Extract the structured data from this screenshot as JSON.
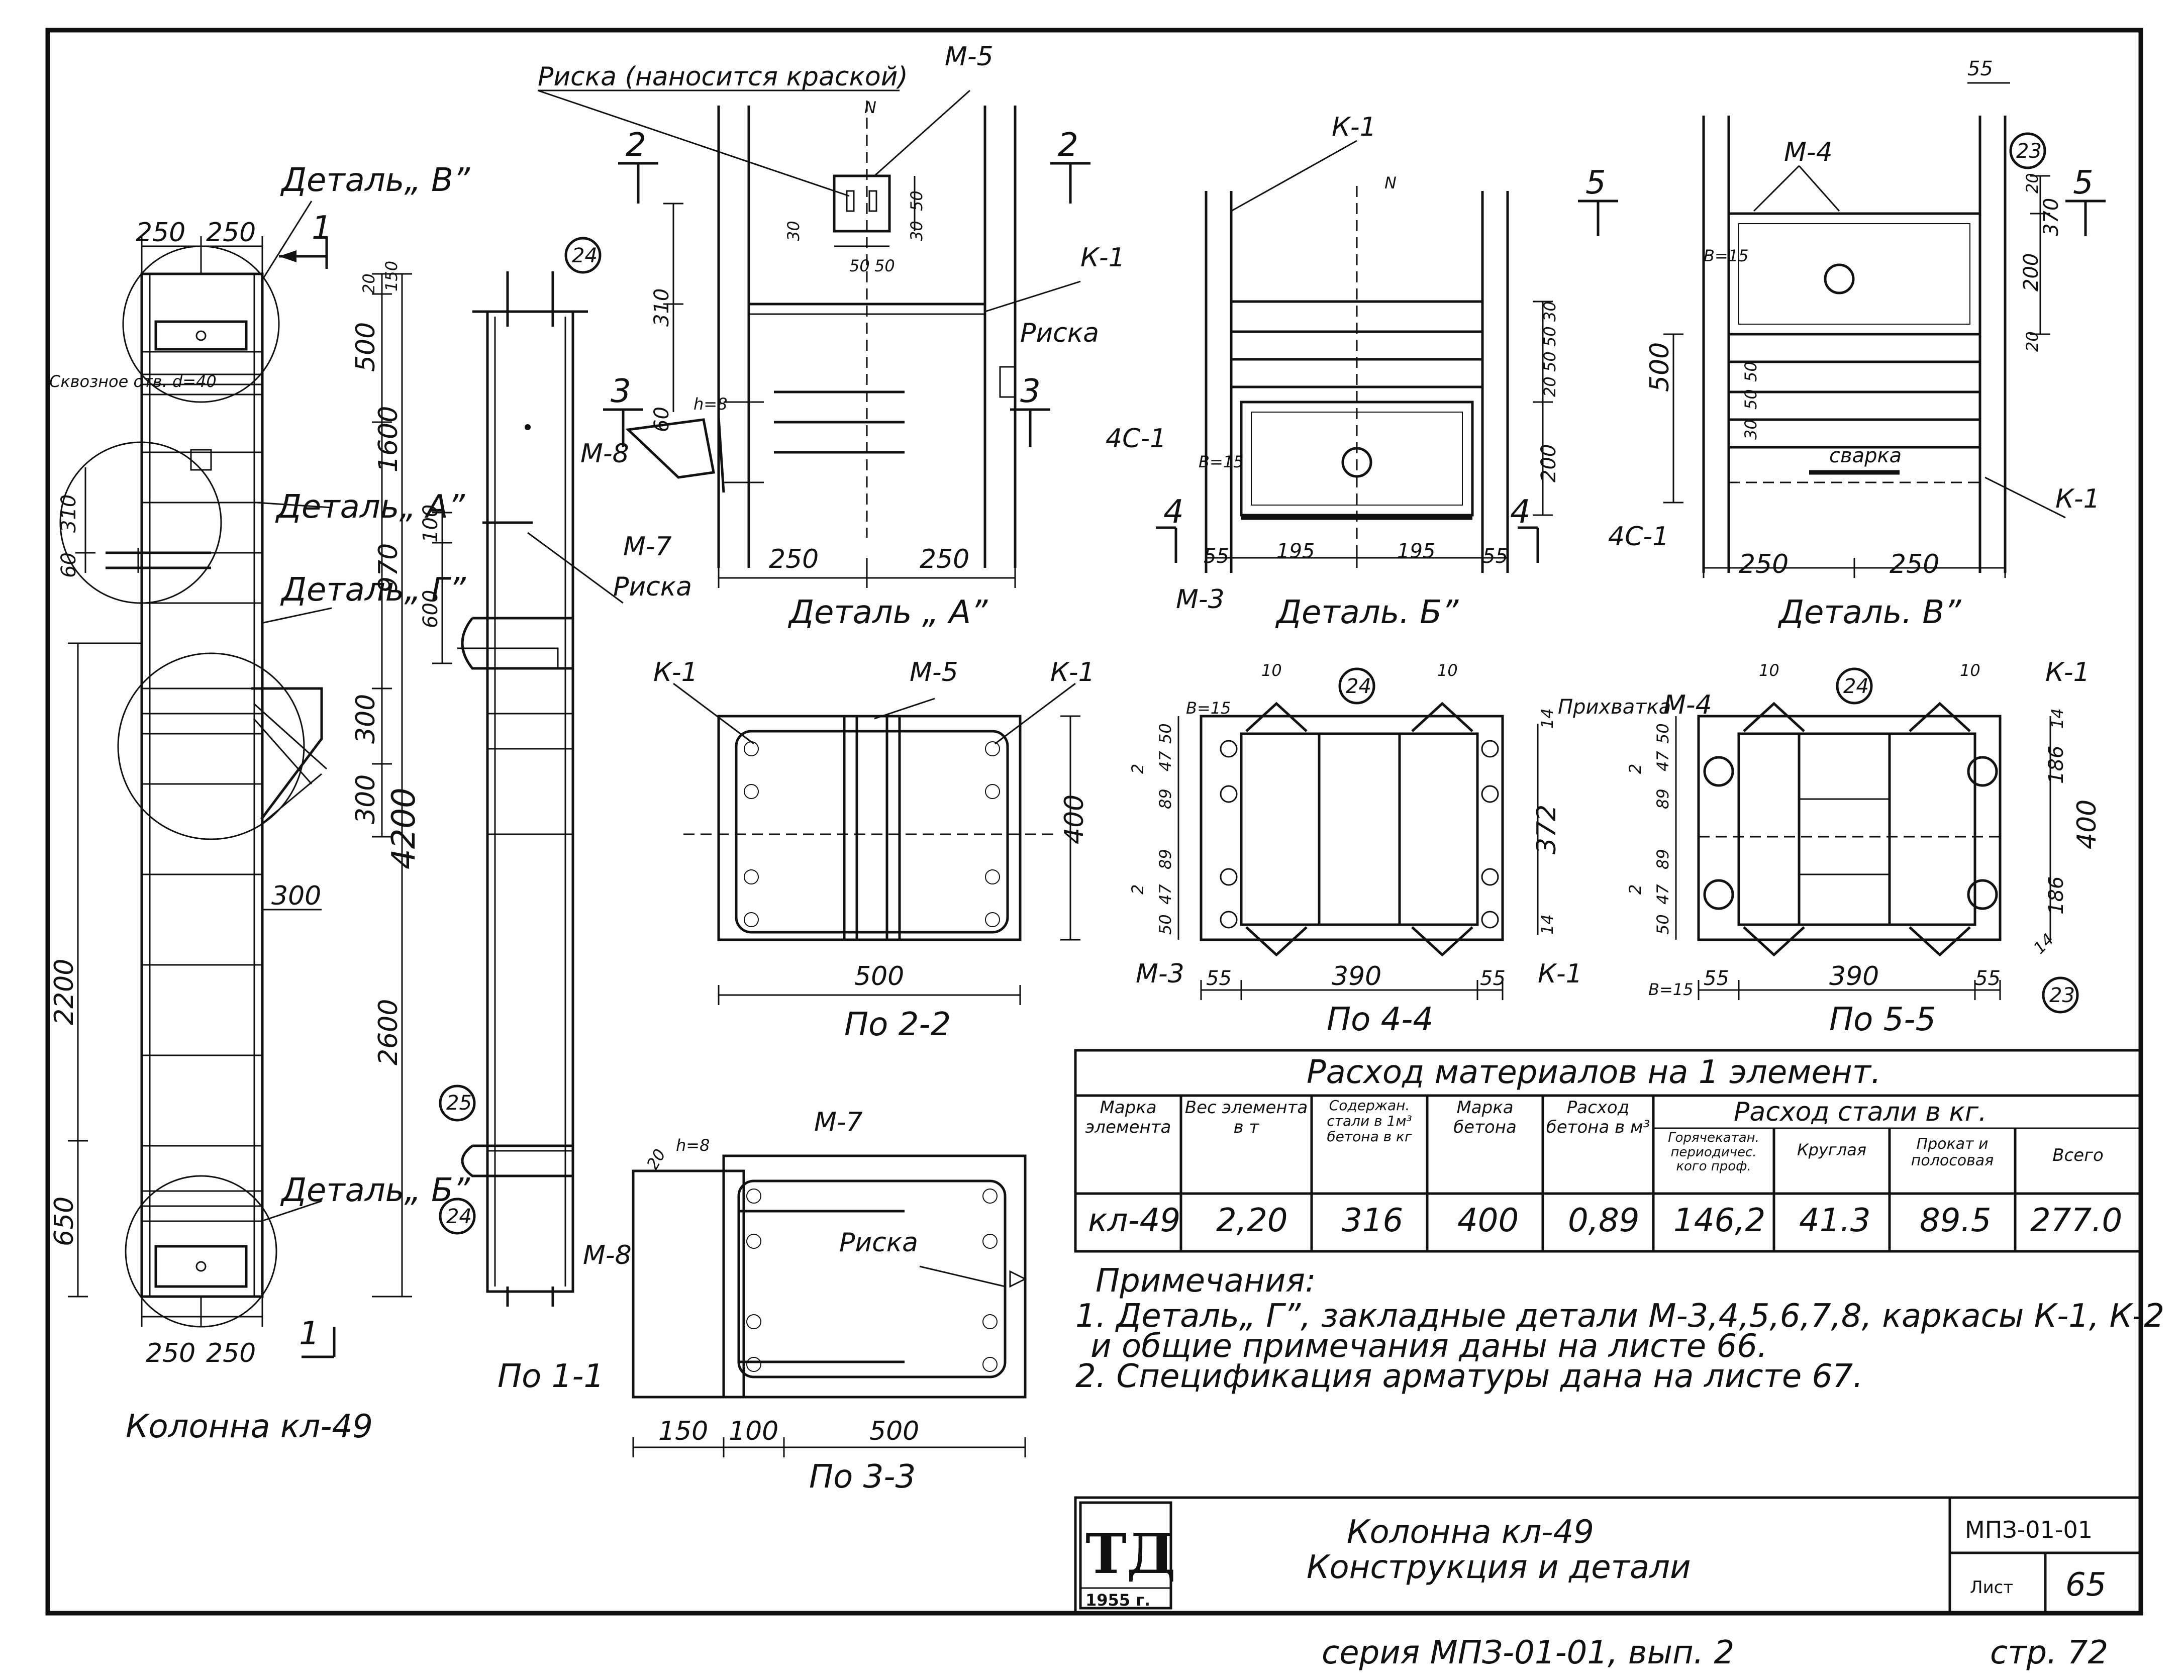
{
  "drawing": {
    "column_title": "Колонна кл-49",
    "sections": {
      "s11": "По 1-1",
      "s22": "По 2-2",
      "s33": "По 3-3",
      "s44": "По 4-4",
      "s55": "По 5-5"
    },
    "details": {
      "a_title": "Деталь „ А”",
      "b_title": "Деталь. Б”",
      "v_title": "Деталь. В”",
      "callout_v_top": "Деталь„ В”",
      "callout_a": "Деталь„ А”",
      "callout_g": "Деталь„ Г”",
      "callout_b": "Деталь„ Б”"
    },
    "labels": {
      "riska_note": "Риска (наносится краской)",
      "riska": "Риска",
      "through_hole": "Сквозное отв. d=40",
      "svarka": "сварка",
      "prikhvatka": "Прихватка",
      "k1": "К-1",
      "m3": "М-3",
      "m4": "М-4",
      "m5": "М-5",
      "m7": "М-7",
      "m8": "М-8",
      "c1": "4С-1",
      "b15": "В=15",
      "h8": "h=8",
      "b15b": "В=15",
      "n": "N",
      "sec1": "1",
      "sec2": "2",
      "sec3": "3",
      "sec4": "4",
      "sec5": "5",
      "pos24": "24",
      "pos25": "25",
      "pos23": "23"
    },
    "dims": {
      "w250": "250",
      "w55": "55",
      "w195": "195",
      "w390": "390",
      "w500": "500",
      "w150": "150",
      "w100": "100",
      "w300": "300",
      "w10": "10",
      "h20": "20",
      "h150": "150",
      "h310": "310",
      "h60": "60",
      "h1600": "1600",
      "h970": "970",
      "h600": "600",
      "h100": "100",
      "h4200": "4200",
      "h2600": "2600",
      "h2200": "2200",
      "h650": "650",
      "h200": "200",
      "h370": "370",
      "h400": "400",
      "h372": "372",
      "h186": "186",
      "h14": "14",
      "h30": "30",
      "h50": "50",
      "h47": "47",
      "h89": "89",
      "h2": "2"
    }
  },
  "table": {
    "title": "Расход материалов на 1 элемент.",
    "headers": {
      "marka_elementa": "Марка элемента",
      "ves": "Вес элемента в т",
      "soderzhanie": "Содержан. стали в 1м³ бетона в кг",
      "marka_betona": "Марка бетона",
      "raskhod_betona": "Расход бетона в м³",
      "raskhod_stali": "Расход стали в кг.",
      "goryachekatan": "Горячекатан. периодичес. кого проф.",
      "kruglaya": "Круглая",
      "prokat": "Прокат и полосовая",
      "vsego": "Всего"
    },
    "row": {
      "marka": "кл-49",
      "ves": "2,20",
      "soderzhanie": "316",
      "marka_betona": "400",
      "raskhod_betona": "0,89",
      "goryachekatan": "146,2",
      "kruglaya": "41.3",
      "prokat": "89.5",
      "vsego": "277.0"
    }
  },
  "notes": {
    "title": "Примечания:",
    "line1": "1. Деталь„ Г”, закладные детали М-3,4,5,6,7,8, каркасы К-1, К-2",
    "line2": "и общие примечания даны на листе 66.",
    "line3": "2. Спецификация арматуры дана на листе 67."
  },
  "title_block": {
    "logo": "ТД",
    "year": "1955 г.",
    "name_line1": "Колонна кл-49",
    "name_line2": "Конструкция и детали",
    "series": "МПЗ-01-01",
    "sheet_label": "Лист",
    "sheet_no": "65"
  },
  "footer": {
    "series_text": "серия МПЗ-01-01, вып. 2",
    "page_text": "стр. 72"
  }
}
